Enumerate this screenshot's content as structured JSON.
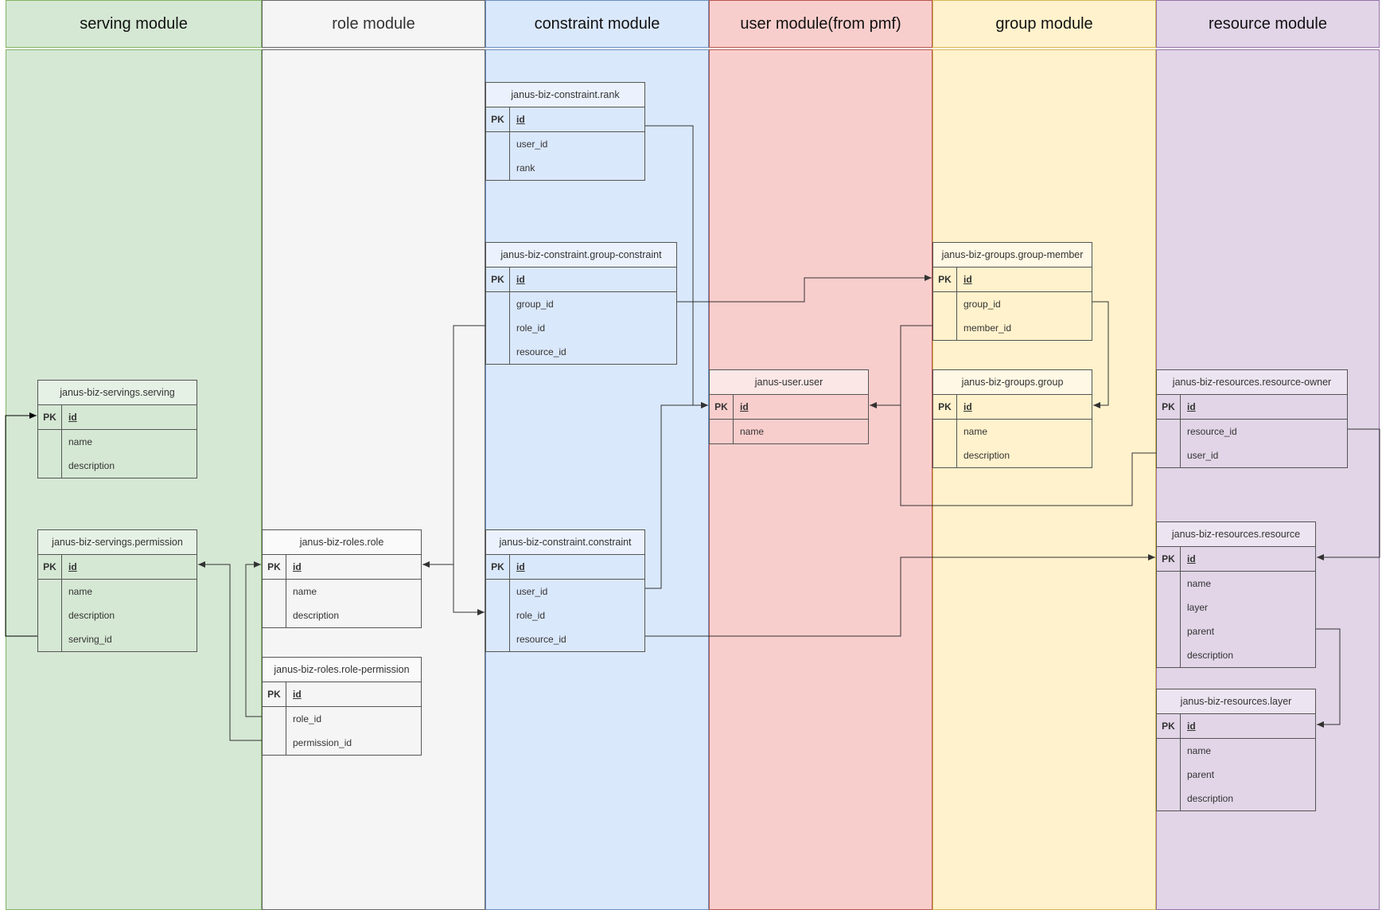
{
  "lanes": [
    {
      "id": "serving",
      "title": "serving module",
      "color": "#d5e8d4"
    },
    {
      "id": "role",
      "title": "role module",
      "color": "#f5f5f5"
    },
    {
      "id": "constraint",
      "title": "constraint module",
      "color": "#dae8fc"
    },
    {
      "id": "user",
      "title": "user module(from pmf)",
      "color": "#f8cecc"
    },
    {
      "id": "group",
      "title": "group module",
      "color": "#fff2cc"
    },
    {
      "id": "resource",
      "title": "resource module",
      "color": "#e1d5e7"
    }
  ],
  "pk_label": "PK",
  "tables": {
    "rank": {
      "title": "janus-biz-constraint.rank",
      "pk": "id",
      "fields": [
        "user_id",
        "rank"
      ]
    },
    "group_constraint": {
      "title": "janus-biz-constraint.group-constraint",
      "pk": "id",
      "fields": [
        "group_id",
        "role_id",
        "resource_id"
      ]
    },
    "constraint": {
      "title": "janus-biz-constraint.constraint",
      "pk": "id",
      "fields": [
        "user_id",
        "role_id",
        "resource_id"
      ]
    },
    "serving": {
      "title": "janus-biz-servings.serving",
      "pk": "id",
      "fields": [
        "name",
        "description"
      ]
    },
    "permission": {
      "title": "janus-biz-servings.permission",
      "pk": "id",
      "fields": [
        "name",
        "description",
        "serving_id"
      ]
    },
    "role": {
      "title": "janus-biz-roles.role",
      "pk": "id",
      "fields": [
        "name",
        "description"
      ]
    },
    "role_permission": {
      "title": "janus-biz-roles.role-permission",
      "pk": "id",
      "fields": [
        "role_id",
        "permission_id"
      ]
    },
    "user": {
      "title": "janus-user.user",
      "pk": "id",
      "fields": [
        "name"
      ]
    },
    "group_member": {
      "title": "janus-biz-groups.group-member",
      "pk": "id",
      "fields": [
        "group_id",
        "member_id"
      ]
    },
    "group": {
      "title": "janus-biz-groups.group",
      "pk": "id",
      "fields": [
        "name",
        "description"
      ]
    },
    "resource_owner": {
      "title": "janus-biz-resources.resource-owner",
      "pk": "id",
      "fields": [
        "resource_id",
        "user_id"
      ]
    },
    "resource": {
      "title": "janus-biz-resources.resource",
      "pk": "id",
      "fields": [
        "name",
        "layer",
        "parent",
        "description"
      ]
    },
    "layer": {
      "title": "janus-biz-resources.layer",
      "pk": "id",
      "fields": [
        "name",
        "parent",
        "description"
      ]
    }
  }
}
